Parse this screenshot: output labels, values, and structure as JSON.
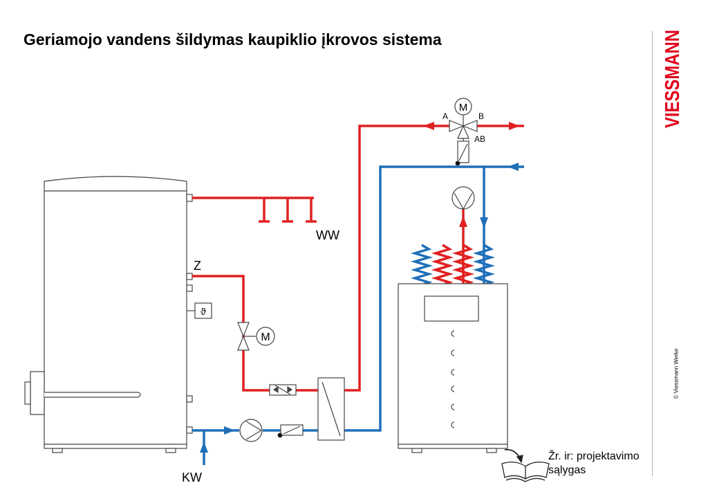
{
  "title": "Geriamojo vandens šildymas kaupiklio įkrovos sistema",
  "brand": {
    "name": "VIESSMANN",
    "color": "#e2001a"
  },
  "copyright": "© Viessmann Werke",
  "labels": {
    "ww": "WW",
    "z": "Z",
    "kw": "KW",
    "motor": "M",
    "port_a": "A",
    "port_b": "B",
    "port_ab": "AB",
    "sensor": "ϑ"
  },
  "reference": {
    "line1": "Žr. ir: projektavimo",
    "line2": "sąlygas"
  },
  "icons": {
    "book": "book-icon",
    "pump": "pump-icon",
    "motor_valve": "motorized-valve-icon",
    "heat_exchanger": "heat-exchanger-icon",
    "check_valve": "check-valve-icon"
  },
  "colors": {
    "hot": "#e02020",
    "cold": "#1f6fb8",
    "outline": "#444444"
  }
}
